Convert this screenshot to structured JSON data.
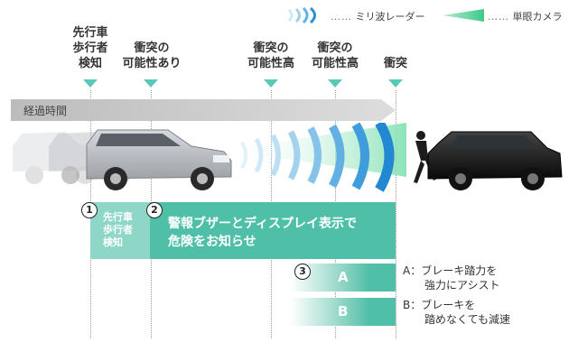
{
  "legend": {
    "radar_dots": "……",
    "radar_label": "ミリ波レーダー",
    "camera_dots": "……",
    "camera_label": "単眼カメラ"
  },
  "stages": [
    {
      "label": "先行車\n歩行者\n検知"
    },
    {
      "label": "衝突の\n可能性あり"
    },
    {
      "label": "衝突の\n可能性高"
    },
    {
      "label": "衝突の\n可能性高"
    },
    {
      "label": "衝突"
    }
  ],
  "timeline": {
    "label": "経過時間"
  },
  "steps": {
    "step1": {
      "number": "1",
      "text": "先行車\n歩行者\n検知"
    },
    "step2": {
      "number": "2",
      "text": "警報ブザーとディスプレイ表示で\n危険をお知らせ"
    },
    "step3": {
      "number": "3"
    },
    "a": {
      "letter": "A",
      "note": "A：ブレーキ踏力を\n　　強力にアシスト"
    },
    "b": {
      "letter": "B",
      "note": "B：ブレーキを\n　　踏めなくても減速"
    }
  },
  "colors": {
    "accent": "#4fbfa8",
    "accent_light": "#8ed6c7",
    "car_silver": "#b8bcc0",
    "car_black": "#1a1a1a"
  },
  "icons": [
    "radar-wave-icon",
    "camera-beam-icon",
    "suv-silver",
    "suv-black",
    "pedestrian-icon"
  ]
}
